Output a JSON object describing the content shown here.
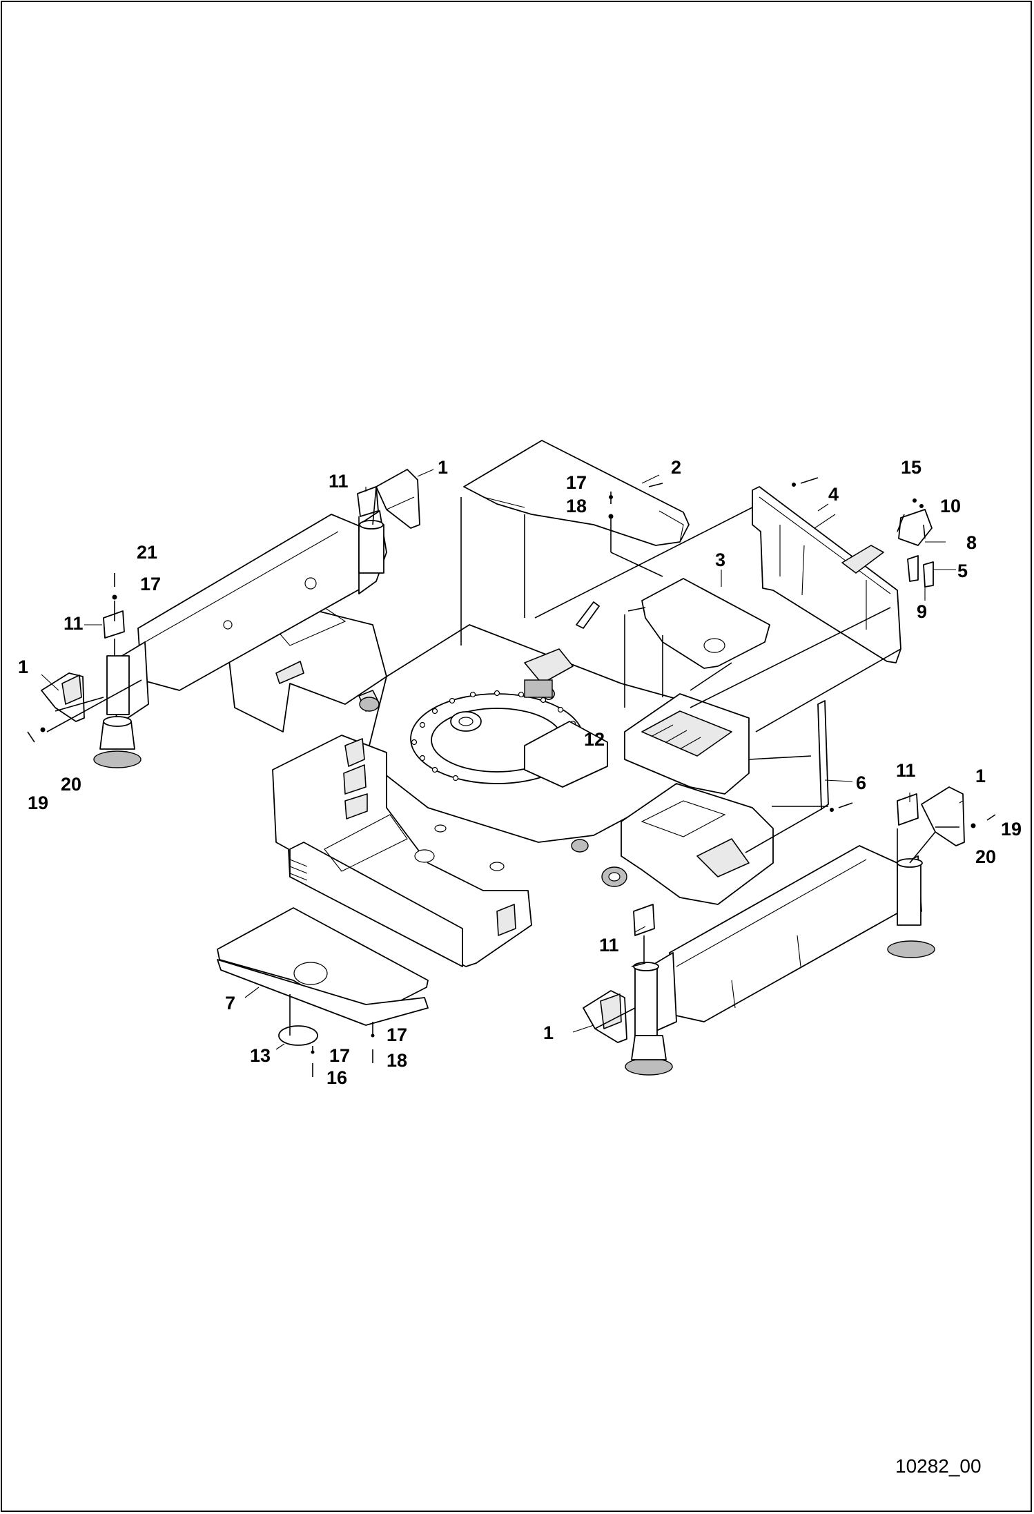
{
  "drawing": {
    "reference_code": "10282_00"
  },
  "callouts": [
    {
      "id": "c1a",
      "label": "1"
    },
    {
      "id": "c2",
      "label": "2"
    },
    {
      "id": "c17a",
      "label": "17"
    },
    {
      "id": "c18a",
      "label": "18"
    },
    {
      "id": "c11a",
      "label": "11"
    },
    {
      "id": "c15",
      "label": "15"
    },
    {
      "id": "c10",
      "label": "10"
    },
    {
      "id": "c4",
      "label": "4"
    },
    {
      "id": "c8",
      "label": "8"
    },
    {
      "id": "c5",
      "label": "5"
    },
    {
      "id": "c9",
      "label": "9"
    },
    {
      "id": "c3",
      "label": "3"
    },
    {
      "id": "c21",
      "label": "21"
    },
    {
      "id": "c17b",
      "label": "17"
    },
    {
      "id": "c11b",
      "label": "11"
    },
    {
      "id": "c1b",
      "label": "1"
    },
    {
      "id": "c20a",
      "label": "20"
    },
    {
      "id": "c19a",
      "label": "19"
    },
    {
      "id": "c12",
      "label": "12"
    },
    {
      "id": "c6",
      "label": "6"
    },
    {
      "id": "c11c",
      "label": "11"
    },
    {
      "id": "c1c",
      "label": "1"
    },
    {
      "id": "c19b",
      "label": "19"
    },
    {
      "id": "c20b",
      "label": "20"
    },
    {
      "id": "c11d",
      "label": "11"
    },
    {
      "id": "c7",
      "label": "7"
    },
    {
      "id": "c17c",
      "label": "17"
    },
    {
      "id": "c1d",
      "label": "1"
    },
    {
      "id": "c13",
      "label": "13"
    },
    {
      "id": "c17d",
      "label": "17"
    },
    {
      "id": "c18b",
      "label": "18"
    },
    {
      "id": "c16",
      "label": "16"
    }
  ]
}
